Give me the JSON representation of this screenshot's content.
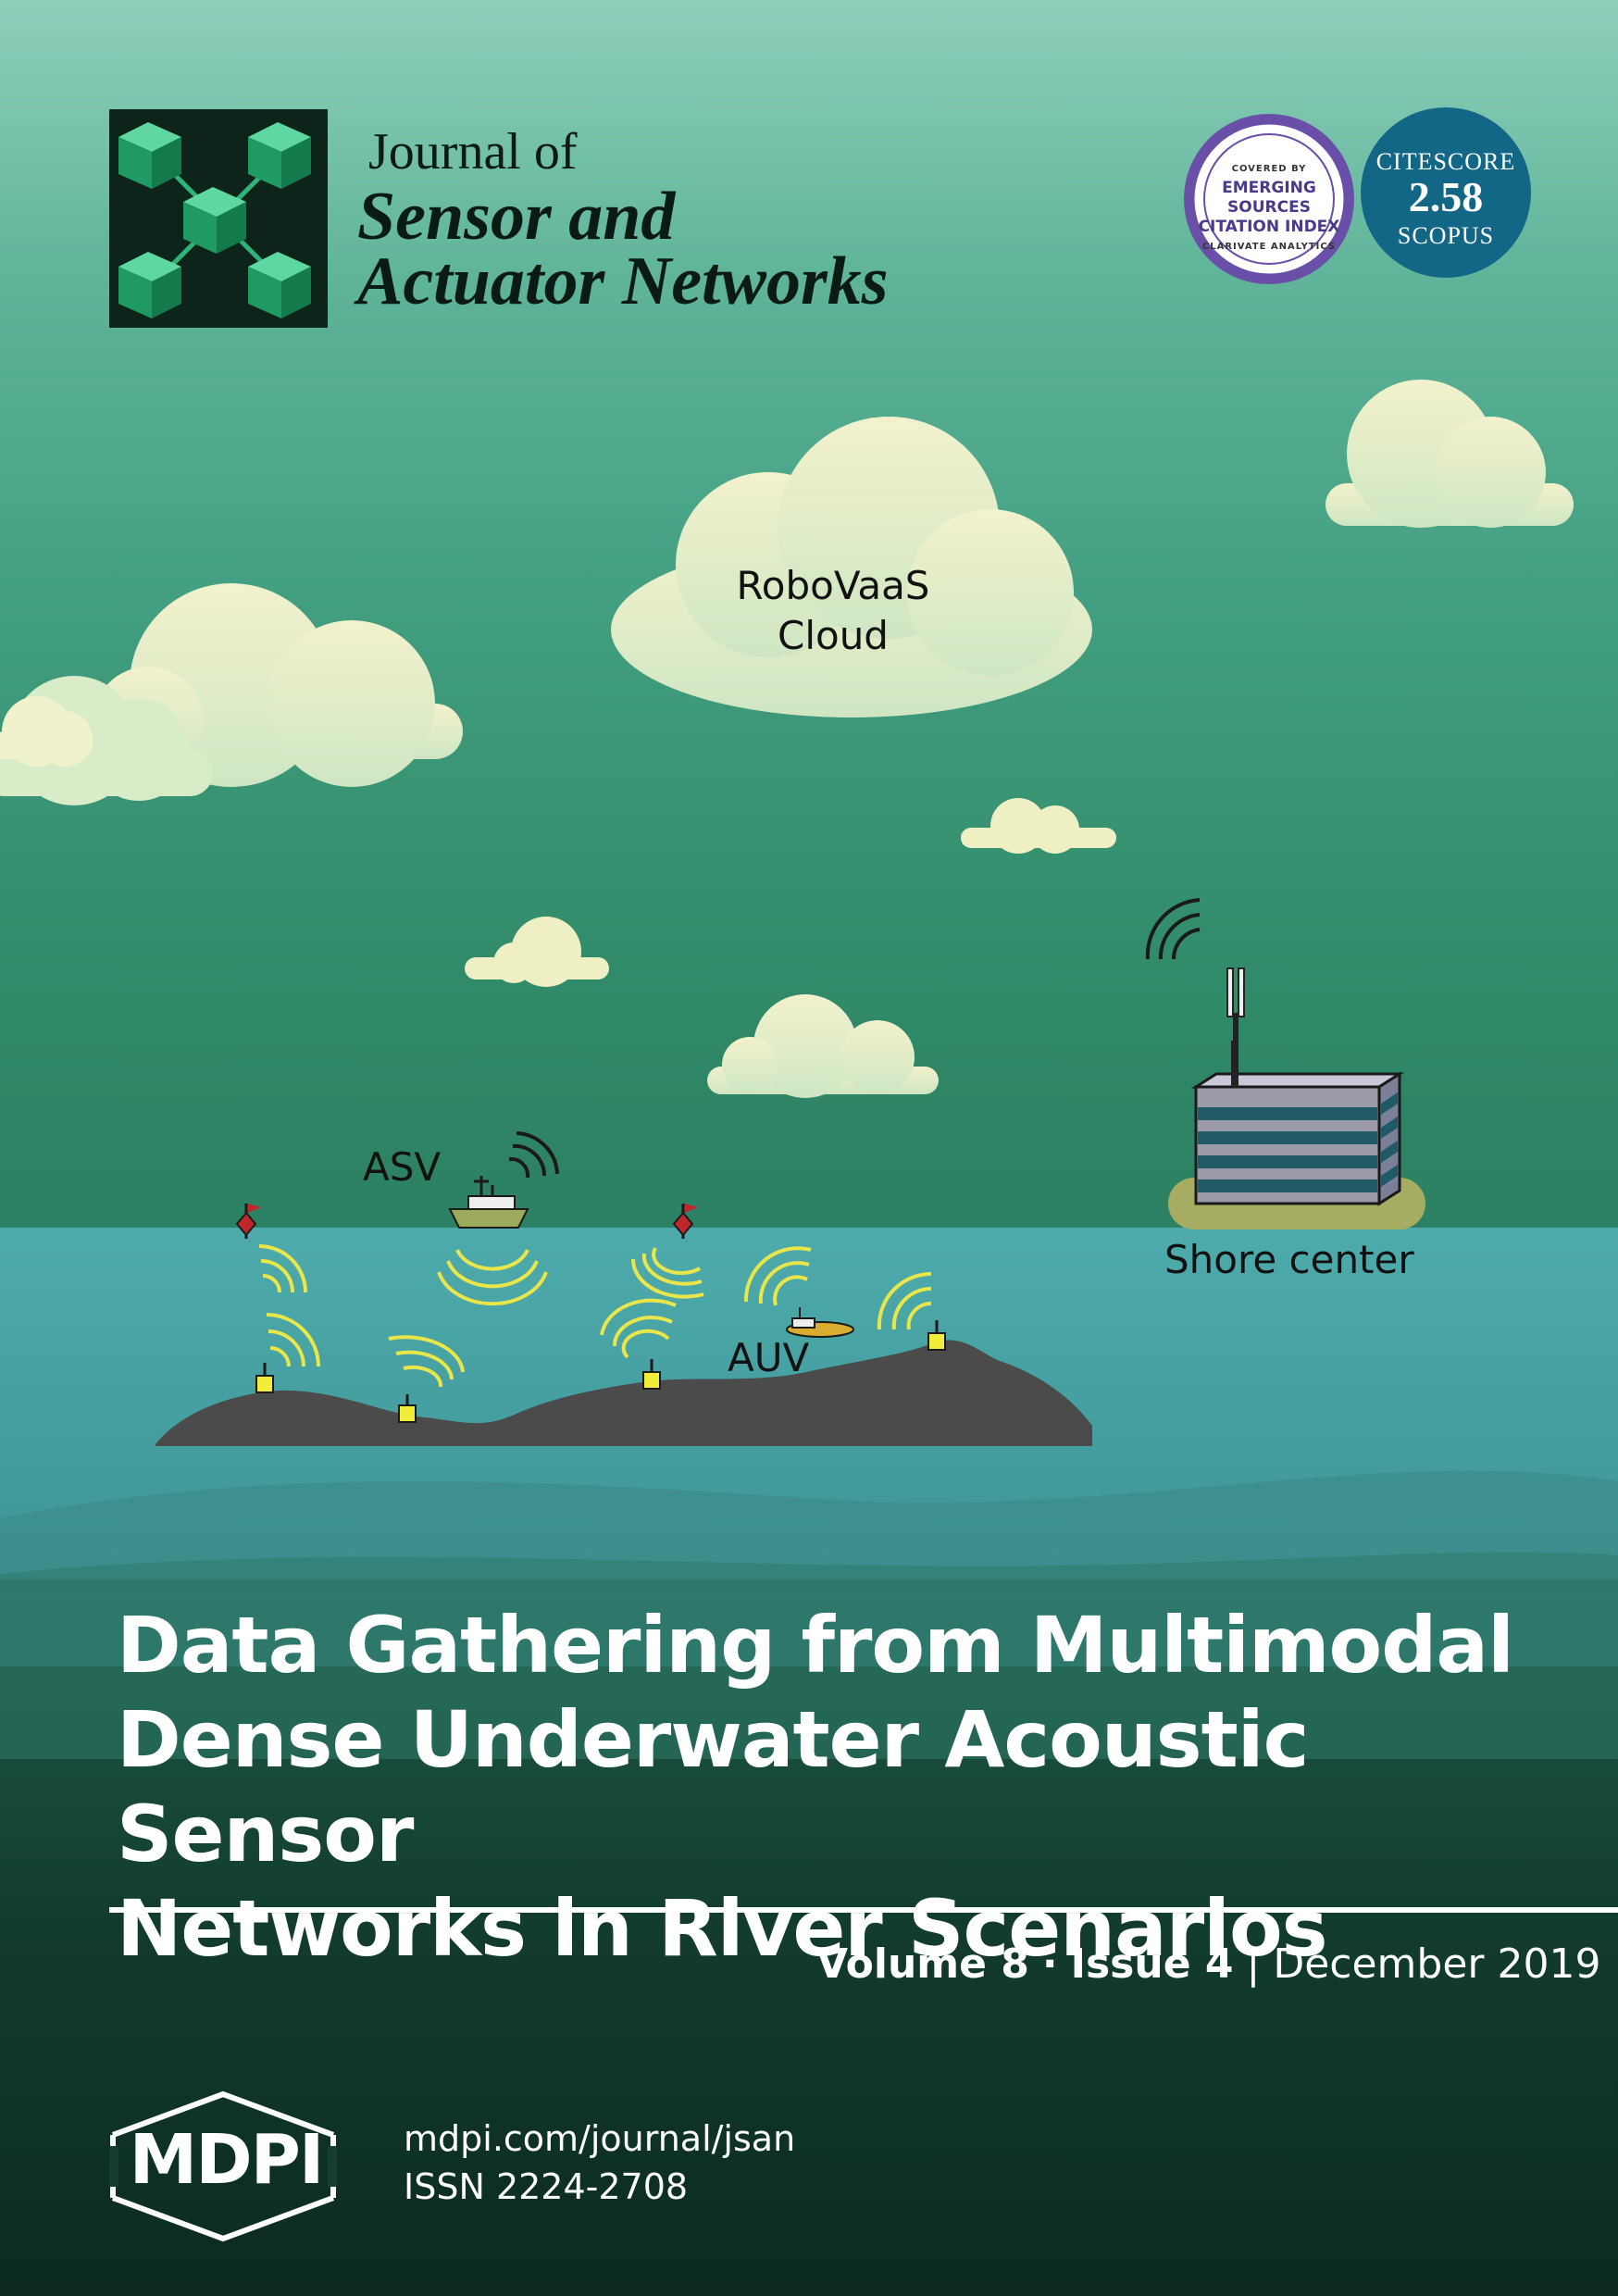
{
  "journal": {
    "title_line1": "Journal of",
    "title_line2": "Sensor and",
    "title_line3": "Actuator Networks"
  },
  "badges": {
    "esci": {
      "top": "COVERED BY",
      "line1": "EMERGING",
      "line2": "SOURCES",
      "line3": "CITATION INDEX",
      "bottom": "CLARIVATE ANALYTICS"
    },
    "citescore": {
      "label": "CITESCORE",
      "value": "2.58",
      "source": "SCOPUS"
    }
  },
  "illustration": {
    "cloud_label_line1": "RoboVaaS",
    "cloud_label_line2": "Cloud",
    "asv_label": "ASV",
    "auv_label": "AUV",
    "shore_label": "Shore center"
  },
  "article": {
    "title_line1": "Data Gathering from Multimodal",
    "title_line2": "Dense Underwater Acoustic Sensor",
    "title_line3": "Networks in River Scenarios"
  },
  "issue": {
    "volume": "Volume 8",
    "separator": "·",
    "issue": "Issue 4",
    "divider": "|",
    "date": "December 2019"
  },
  "publisher": {
    "name": "MDPI",
    "url": "mdpi.com/journal/jsan",
    "issn": "ISSN 2224-2708"
  },
  "colors": {
    "citescore_badge": "#136786",
    "water": "#4aa3a3",
    "seabed": "#4b4b4b",
    "cloud": "#eef0c4",
    "signal": "#e8e64a"
  }
}
